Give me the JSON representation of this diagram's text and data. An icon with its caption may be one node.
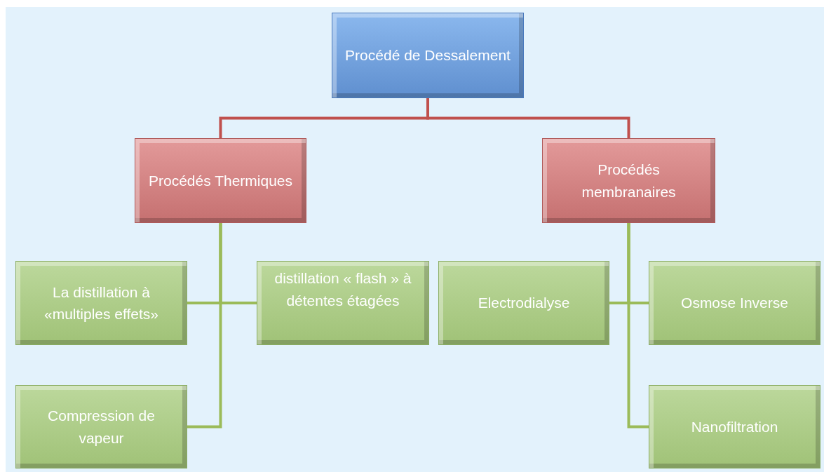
{
  "diagram": {
    "nodes": [
      {
        "text": [
          "Procédé de Dessalement"
        ]
      },
      {
        "text": [
          "Procédés Thermiques"
        ]
      },
      {
        "text": [
          "Procédés membranaires"
        ]
      },
      {
        "text": [
          "La distillation à «multiples effets»"
        ]
      },
      {
        "text": [
          "distillation « flash » à détentes étagées"
        ]
      },
      {
        "text": [
          "Compression de vapeur"
        ]
      },
      {
        "text": [
          "Electrodialyse"
        ]
      },
      {
        "text": [
          "Osmose Inverse"
        ]
      },
      {
        "text": [
          "Nanofiltration"
        ]
      }
    ],
    "edges": [
      {
        "from": 0,
        "to": 1,
        "arrow": "none",
        "color": "#c0504d"
      },
      {
        "from": 0,
        "to": 2,
        "arrow": "none",
        "color": "#c0504d"
      },
      {
        "from": 1,
        "to": 3,
        "arrow": "none"
      },
      {
        "from": 1,
        "to": 4,
        "arrow": "none"
      },
      {
        "from": 1,
        "to": 5,
        "arrow": "none"
      },
      {
        "from": 2,
        "to": 6,
        "arrow": "none"
      },
      {
        "from": 2,
        "to": 7,
        "arrow": "none"
      },
      {
        "from": 2,
        "to": 8,
        "arrow": "none"
      }
    ]
  }
}
